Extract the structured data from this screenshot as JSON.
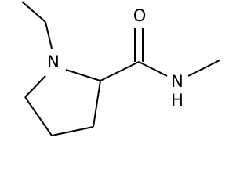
{
  "colors": {
    "bond": "#000000",
    "background": "#ffffff"
  },
  "atoms": {
    "n_ring": "N",
    "o_carbonyl": "O",
    "n_amide": "N",
    "h_amide": "H"
  }
}
